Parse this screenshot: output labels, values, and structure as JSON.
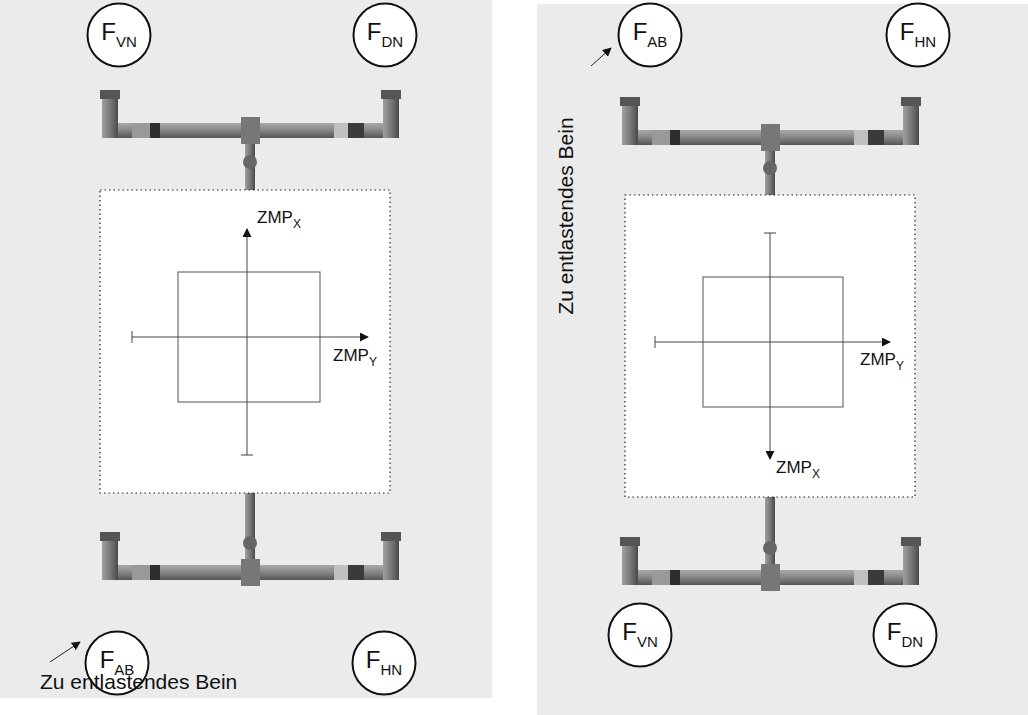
{
  "diagram": {
    "nodes": [
      {
        "text": [
          "F",
          "VN"
        ]
      },
      {
        "text": [
          "F",
          "DN"
        ]
      },
      {
        "text": [
          "F",
          "AB"
        ]
      },
      {
        "text": [
          "F",
          "HN"
        ]
      },
      {
        "text": [
          "F",
          "AB"
        ]
      },
      {
        "text": [
          "F",
          "HN"
        ]
      },
      {
        "text": [
          "F",
          "VN"
        ]
      },
      {
        "text": [
          "F",
          "DN"
        ]
      }
    ],
    "labels": [
      "ZMP",
      "X",
      "ZMP",
      "Y",
      "Zu entlastendes Bein",
      "Zu entlastendes Bein",
      "ZMP",
      "Y",
      "ZMP",
      "X"
    ]
  }
}
